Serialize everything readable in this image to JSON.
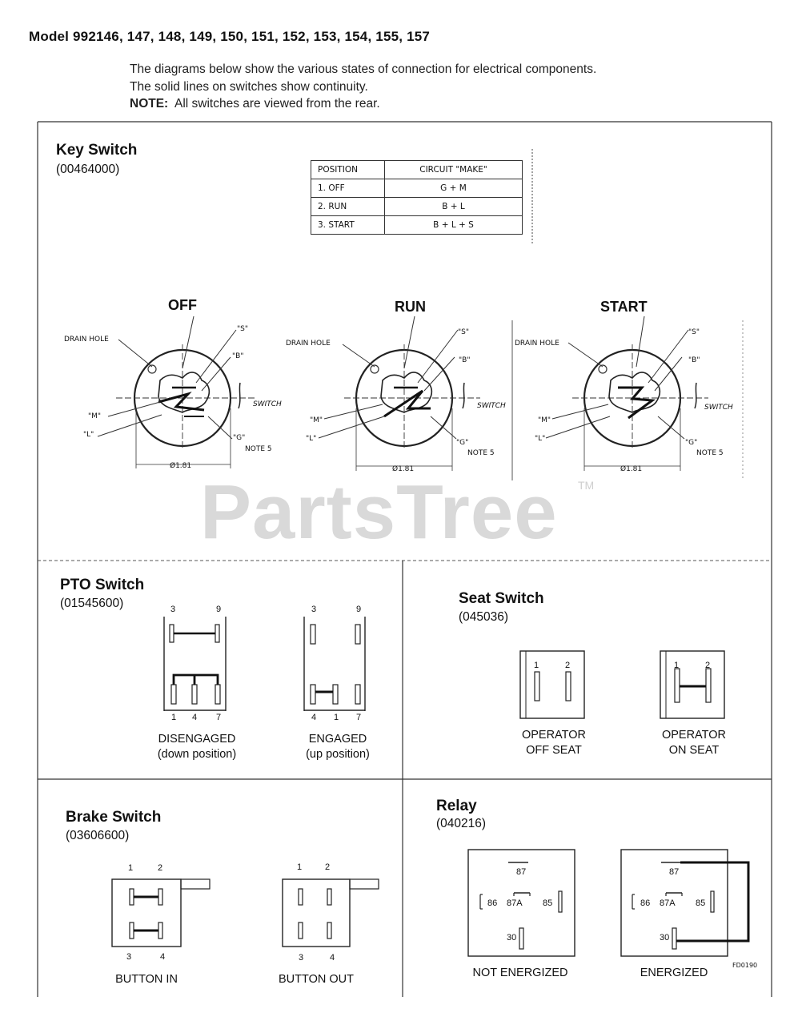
{
  "header": {
    "model": "Model 992146, 147, 148, 149, 150, 151, 152, 153, 154, 155, 157",
    "intro_line1": "The diagrams below show the various states of connection for electrical components.",
    "intro_line2": "The solid lines on switches show continuity.",
    "note_label": "NOTE:",
    "note_text": "All switches are viewed from the rear."
  },
  "key_switch": {
    "title": "Key Switch",
    "part": "(00464000)",
    "table": {
      "headers": [
        "POSITION",
        "CIRCUIT \"MAKE\""
      ],
      "rows": [
        [
          "1.  OFF",
          "G + M"
        ],
        [
          "2.  RUN",
          "B + L"
        ],
        [
          "3.  START",
          "B + L + S"
        ]
      ]
    },
    "states": [
      "OFF",
      "RUN",
      "START"
    ],
    "labels": {
      "drain_hole": "DRAIN HOLE",
      "s": "\"S\"",
      "b": "\"B\"",
      "m": "\"M\"",
      "l": "\"L\"",
      "g": "\"G\"",
      "note": "NOTE 5",
      "switch": "SWITCH",
      "dim": "Ø1.81"
    }
  },
  "pto_switch": {
    "title": "PTO Switch",
    "part": "(01545600)",
    "disengaged": {
      "top_pins": [
        "3",
        "9"
      ],
      "bottom_pins": [
        "1",
        "4",
        "7"
      ],
      "label1": "DISENGAGED",
      "label2": "(down position)"
    },
    "engaged": {
      "top_pins": [
        "3",
        "9"
      ],
      "bottom_pins": [
        "4",
        "1",
        "7"
      ],
      "label1": "ENGAGED",
      "label2": "(up position)"
    }
  },
  "seat_switch": {
    "title": "Seat Switch",
    "part": "(045036)",
    "off": {
      "pins": [
        "1",
        "2"
      ],
      "label1": "OPERATOR",
      "label2": "OFF SEAT"
    },
    "on": {
      "pins": [
        "1",
        "2"
      ],
      "label1": "OPERATOR",
      "label2": "ON SEAT"
    }
  },
  "brake_switch": {
    "title": "Brake  Switch",
    "part": "(03606600)",
    "in": {
      "top_pins": [
        "1",
        "2"
      ],
      "bottom_pins": [
        "3",
        "4"
      ],
      "label": "BUTTON IN"
    },
    "out": {
      "top_pins": [
        "1",
        "2"
      ],
      "bottom_pins": [
        "3",
        "4"
      ],
      "label": "BUTTON OUT"
    }
  },
  "relay": {
    "title": "Relay",
    "part": "(040216)",
    "pins": {
      "p87": "87",
      "p86": "86",
      "p87a": "87A",
      "p85": "85",
      "p30": "30"
    },
    "not_energized": "NOT ENERGIZED",
    "energized": "ENERGIZED",
    "ref": "FD0190"
  },
  "watermark": {
    "text": "PartsTree",
    "tm": "TM"
  }
}
